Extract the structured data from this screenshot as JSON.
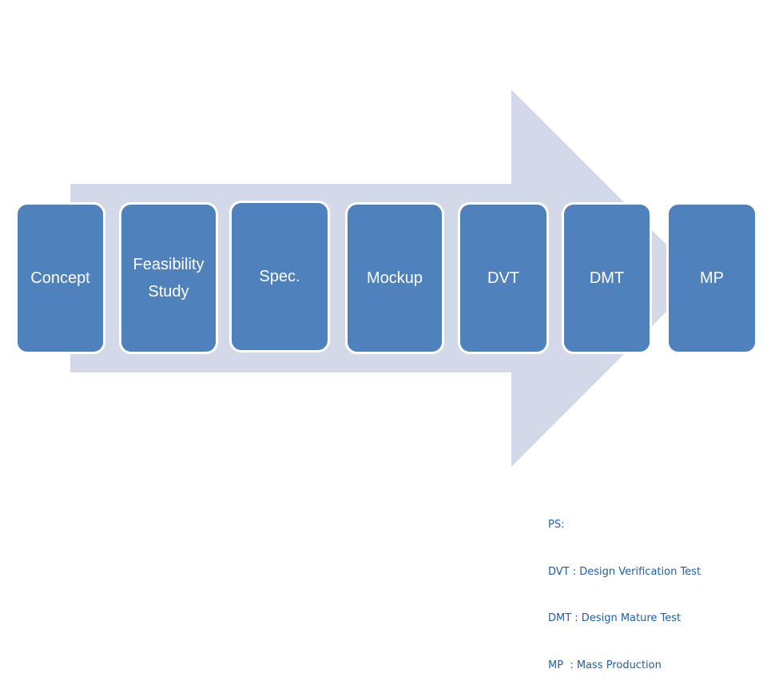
{
  "colors": {
    "arrow_fill": "#d3d9e8",
    "stage_fill": "#4f81bd",
    "stage_border": "#ffffff",
    "stage_text": "#ffffff",
    "note_text": "#1f5fa8"
  },
  "stages": [
    {
      "label": "Concept"
    },
    {
      "label": "Feasibility\nStudy"
    },
    {
      "label": "Spec."
    },
    {
      "label": "Mockup"
    },
    {
      "label": "DVT"
    },
    {
      "label": "DMT"
    },
    {
      "label": "MP"
    }
  ],
  "notes": {
    "heading": "PS:",
    "lines": [
      "DVT : Design Verification Test",
      "DMT : Design Mature Test",
      "MP  : Mass Production"
    ]
  }
}
